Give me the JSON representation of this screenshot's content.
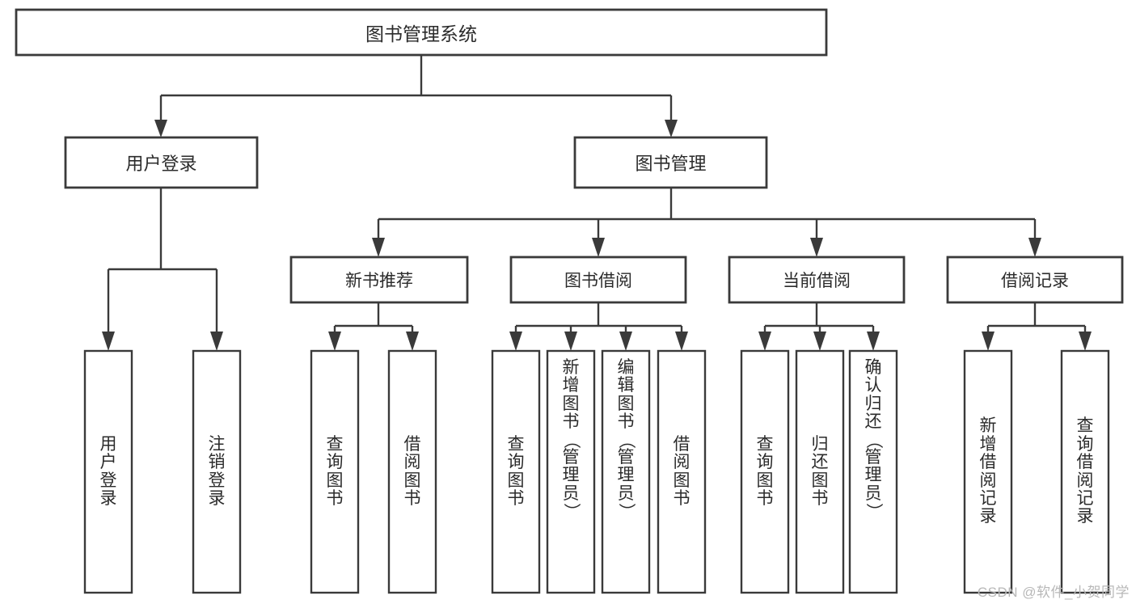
{
  "diagram": {
    "title": "图书管理系统",
    "watermark": "CSDN @软件_小贺同学",
    "colors": {
      "stroke": "#3a3a3a",
      "fill": "#ffffff",
      "text": "#2b2b2b",
      "watermark": "#b8b8b8"
    },
    "levels": {
      "root": {
        "label": "图书管理系统"
      },
      "level1": [
        {
          "label": "用户登录"
        },
        {
          "label": "图书管理"
        }
      ],
      "level2": [
        {
          "label": "新书推荐"
        },
        {
          "label": "图书借阅"
        },
        {
          "label": "当前借阅"
        },
        {
          "label": "借阅记录"
        }
      ],
      "leaves": {
        "user_login": [
          {
            "label": "用户登录"
          },
          {
            "label": "注销登录"
          }
        ],
        "new_book_recommend": [
          {
            "label": "查询图书"
          },
          {
            "label": "借阅图书"
          }
        ],
        "book_borrow": [
          {
            "label": "查询图书"
          },
          {
            "label": "新增图书（管理员）"
          },
          {
            "label": "编辑图书（管理员）"
          },
          {
            "label": "借阅图书"
          }
        ],
        "current_borrow": [
          {
            "label": "查询图书"
          },
          {
            "label": "归还图书"
          },
          {
            "label": "确认归还（管理员）"
          }
        ],
        "borrow_record": [
          {
            "label": "新增借阅记录"
          },
          {
            "label": "查询借阅记录"
          }
        ]
      }
    }
  }
}
